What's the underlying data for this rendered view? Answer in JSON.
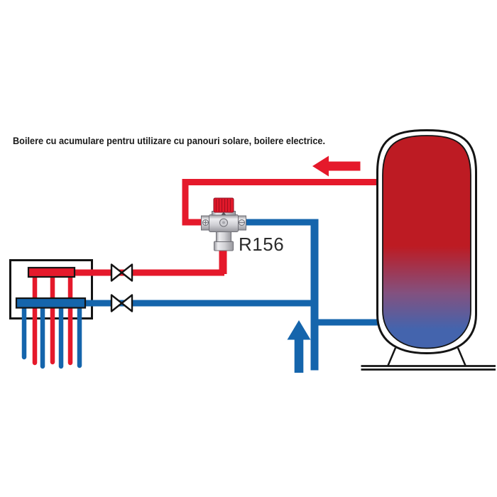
{
  "title": "Boilere cu acumulare pentru utilizare cu panouri solare, boilere electrice.",
  "valve": {
    "label": "R156"
  },
  "icons": {
    "hot-flow-arrow": "arrow-left",
    "cold-flow-arrow": "arrow-up",
    "shutoff-valve": "bowtie-valve"
  },
  "colors": {
    "pipe-red": "#e5192b",
    "pipe-blue": "#1565ac",
    "tank-top": "#bd1b23",
    "tank-mid": "#83517f",
    "tank-bottom": "#4464ad",
    "outline": "#141414",
    "metal-light": "#ececef",
    "metal-dark": "#97979d",
    "cap-stripe": "#a5101f",
    "label": "#2b2b2b",
    "title": "#1a1a1a"
  }
}
